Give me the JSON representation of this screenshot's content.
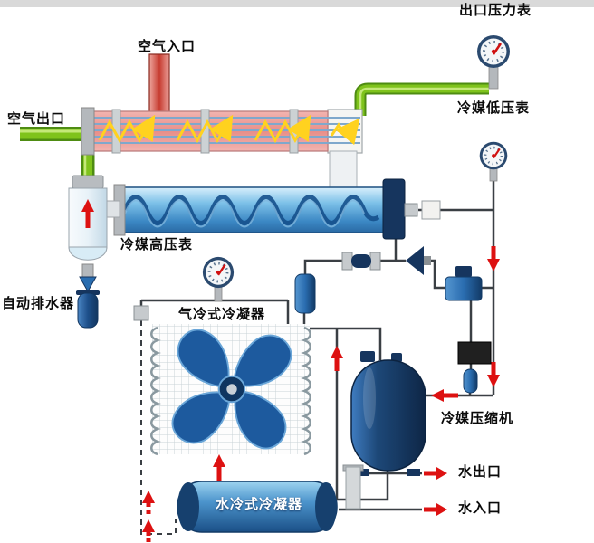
{
  "page": {
    "type": "refrigerated compressed-air dryer schematic",
    "background": "#ffffff"
  },
  "labels": {
    "outlet_pressure_gauge": "出口压力表",
    "air_inlet": "空气入口",
    "air_outlet": "空气出口",
    "refrigerant_low_pressure_gauge": "冷媒低压表",
    "refrigerant_high_pressure_gauge": "冷媒高压表",
    "auto_drain": "自动排水器",
    "air_cooled_condenser": "气冷式冷凝器",
    "refrigerant_compressor": "冷媒压缩机",
    "water_outlet": "水出口",
    "water_inlet": "水入口",
    "water_cooled_condenser": "水冷式冷凝器"
  },
  "colors": {
    "pipe_green": "#7fc31c",
    "heat_exchanger_pink": "#e88e88",
    "inlet_pipe_red": "#c63b30",
    "evaporator_blue": "#3c88c4",
    "component_navy": "#16355e",
    "flow_arrow_red": "#dd1111",
    "flow_arrow_yellow": "#ffd21f"
  }
}
